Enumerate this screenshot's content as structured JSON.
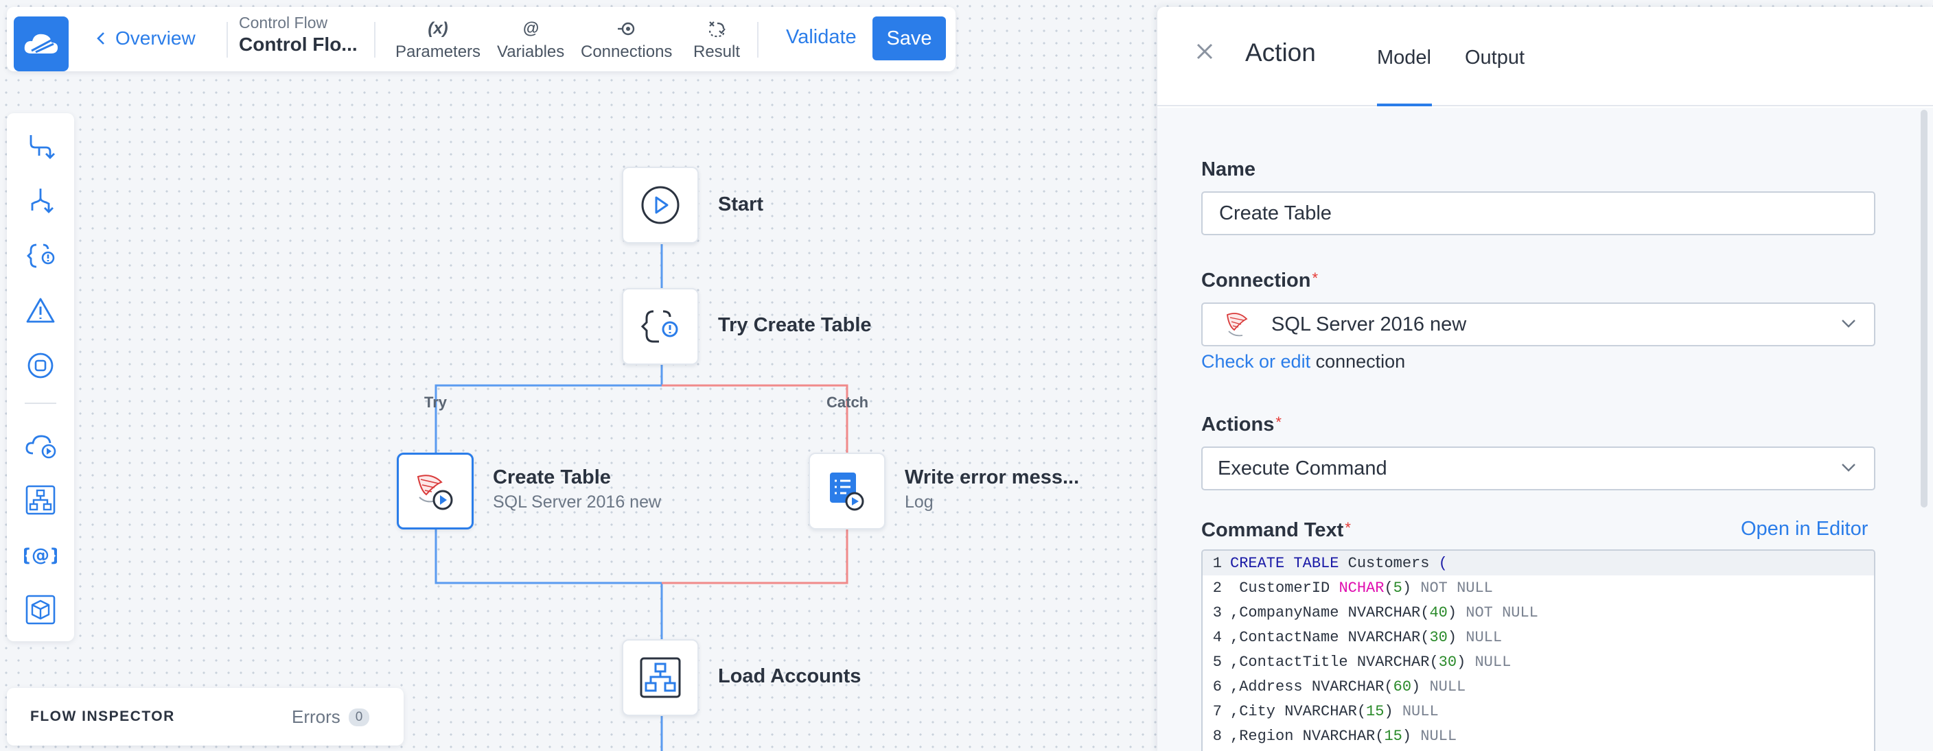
{
  "toolbar": {
    "back_label": "Overview",
    "crumb_sub": "Control Flow",
    "crumb_title": "Control Flo...",
    "tools": [
      {
        "label": "Parameters",
        "glyph": "(x)"
      },
      {
        "label": "Variables",
        "glyph": "@"
      },
      {
        "label": "Connections",
        "glyph": ""
      },
      {
        "label": "Result",
        "glyph": ""
      }
    ],
    "validate_label": "Validate",
    "save_label": "Save"
  },
  "inspector": {
    "label": "FLOW INSPECTOR",
    "errors_label": "Errors",
    "errors_count": "0"
  },
  "flow": {
    "start": "Start",
    "try_block": "Try Create Table",
    "try_label": "Try",
    "catch_label": "Catch",
    "create_table": {
      "title": "Create Table",
      "subtitle": "SQL Server 2016 new"
    },
    "write_error": {
      "title": "Write error mess...",
      "subtitle": "Log"
    },
    "load_accounts": "Load Accounts"
  },
  "panel": {
    "title": "Action",
    "tabs": [
      "Model",
      "Output"
    ],
    "active_tab": "Model",
    "name_label": "Name",
    "name_value": "Create Table",
    "connection_label": "Connection",
    "connection_value": "SQL Server 2016 new",
    "check_link": "Check or edit",
    "check_suffix": "connection",
    "actions_label": "Actions",
    "actions_value": "Execute Command",
    "command_label": "Command Text",
    "open_editor": "Open in Editor",
    "code_lines": [
      [
        {
          "t": "CREATE TABLE",
          "c": "kw"
        },
        {
          "t": " Customers ",
          "c": ""
        },
        {
          "t": "(",
          "c": "kw"
        }
      ],
      [
        {
          "t": " CustomerID ",
          "c": ""
        },
        {
          "t": "NCHAR",
          "c": "ty"
        },
        {
          "t": "(",
          "c": ""
        },
        {
          "t": "5",
          "c": "nu"
        },
        {
          "t": ") ",
          "c": ""
        },
        {
          "t": "NOT NULL",
          "c": "nn"
        }
      ],
      [
        {
          "t": ",CompanyName NVARCHAR(",
          "c": ""
        },
        {
          "t": "40",
          "c": "nu"
        },
        {
          "t": ") ",
          "c": ""
        },
        {
          "t": "NOT NULL",
          "c": "nn"
        }
      ],
      [
        {
          "t": ",ContactName NVARCHAR(",
          "c": ""
        },
        {
          "t": "30",
          "c": "nu"
        },
        {
          "t": ") ",
          "c": ""
        },
        {
          "t": "NULL",
          "c": "nn"
        }
      ],
      [
        {
          "t": ",ContactTitle NVARCHAR(",
          "c": ""
        },
        {
          "t": "30",
          "c": "nu"
        },
        {
          "t": ") ",
          "c": ""
        },
        {
          "t": "NULL",
          "c": "nn"
        }
      ],
      [
        {
          "t": ",Address NVARCHAR(",
          "c": ""
        },
        {
          "t": "60",
          "c": "nu"
        },
        {
          "t": ") ",
          "c": ""
        },
        {
          "t": "NULL",
          "c": "nn"
        }
      ],
      [
        {
          "t": ",City NVARCHAR(",
          "c": ""
        },
        {
          "t": "15",
          "c": "nu"
        },
        {
          "t": ") ",
          "c": ""
        },
        {
          "t": "NULL",
          "c": "nn"
        }
      ],
      [
        {
          "t": ",Region NVARCHAR(",
          "c": ""
        },
        {
          "t": "15",
          "c": "nu"
        },
        {
          "t": ") ",
          "c": ""
        },
        {
          "t": "NULL",
          "c": "nn"
        }
      ]
    ]
  },
  "colors": {
    "accent": "#2b7de9",
    "catch_line": "#f08a8a",
    "try_line": "#5a9bf0",
    "required": "#e53935"
  },
  "icons": {
    "logo": "cloud-icon",
    "palette": [
      "branch-split-icon",
      "branch-merge-icon",
      "try-catch-icon",
      "warning-icon",
      "stop-icon",
      "run-package-icon",
      "data-flow-icon",
      "variable-icon",
      "cube-icon"
    ]
  }
}
